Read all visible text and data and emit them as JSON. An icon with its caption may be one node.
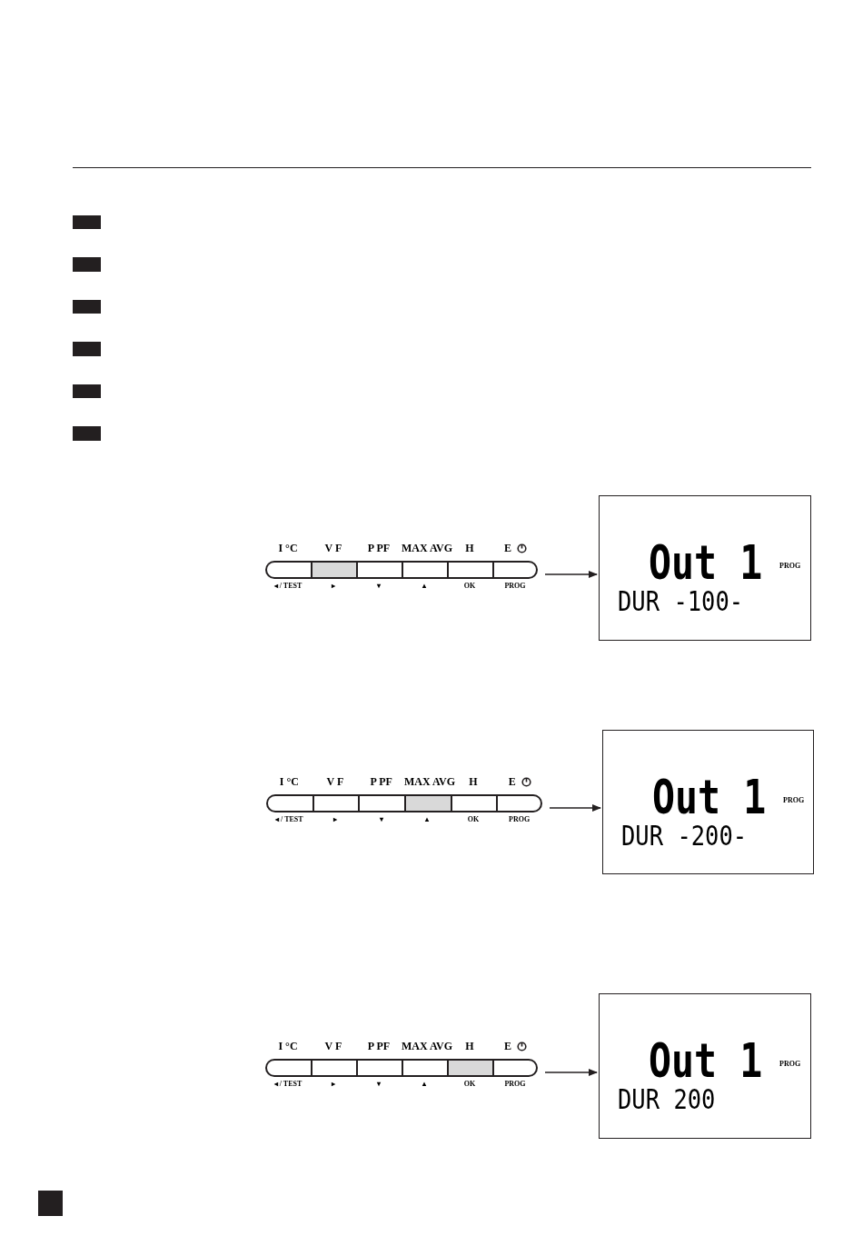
{
  "diagram": {
    "nodes": [
      {
        "text": [],
        "shape": "box"
      },
      {
        "text": [],
        "shape": "box"
      },
      {
        "text": [],
        "shape": "box"
      },
      {
        "text": [],
        "shape": "box"
      },
      {
        "text": [],
        "shape": "box"
      },
      {
        "text": [],
        "shape": "box"
      },
      {
        "text": [],
        "shape": "bar"
      },
      {
        "text": [
          "I °C",
          "◂ / TEST"
        ],
        "in": 6
      },
      {
        "text": [
          "V F",
          "▸"
        ],
        "in": 6
      },
      {
        "text": [
          "P PF",
          "▾"
        ],
        "in": 6
      },
      {
        "text": [
          "MAX AVG",
          "▴"
        ],
        "in": 6
      },
      {
        "text": [
          "H",
          "OK"
        ],
        "in": 6
      },
      {
        "text": [
          "E",
          "PROG"
        ],
        "in": 6
      },
      {
        "text": [
          "Out 1",
          "DUR -100-",
          "PROG"
        ]
      },
      {
        "text": [],
        "shape": "bar"
      },
      {
        "text": [
          "I °C",
          "◂ / TEST"
        ],
        "in": 14
      },
      {
        "text": [
          "V F",
          "▸"
        ],
        "in": 14
      },
      {
        "text": [
          "P PF",
          "▾"
        ],
        "in": 14
      },
      {
        "text": [
          "MAX AVG",
          "▴"
        ],
        "in": 14
      },
      {
        "text": [
          "H",
          "OK"
        ],
        "in": 14
      },
      {
        "text": [
          "E",
          "PROG"
        ],
        "in": 14
      },
      {
        "text": [
          "Out 1",
          "DUR -200-",
          "PROG"
        ]
      },
      {
        "text": [],
        "shape": "bar"
      },
      {
        "text": [
          "I °C",
          "◂ / TEST"
        ],
        "in": 22
      },
      {
        "text": [
          "V F",
          "▸"
        ],
        "in": 22
      },
      {
        "text": [
          "P PF",
          "▾"
        ],
        "in": 22
      },
      {
        "text": [
          "MAX AVG",
          "▴"
        ],
        "in": 22
      },
      {
        "text": [
          "H",
          "OK"
        ],
        "in": 22
      },
      {
        "text": [
          "E",
          "PROG"
        ],
        "in": 22
      },
      {
        "text": [
          "Out 1",
          "DUR 200",
          "PROG"
        ]
      },
      {
        "text": [],
        "shape": "box"
      }
    ],
    "edges": [
      {
        "from": 6,
        "to": 13,
        "arrow": "to"
      },
      {
        "from": 14,
        "to": 21,
        "arrow": "to"
      },
      {
        "from": 22,
        "to": 29,
        "arrow": "to"
      }
    ]
  }
}
